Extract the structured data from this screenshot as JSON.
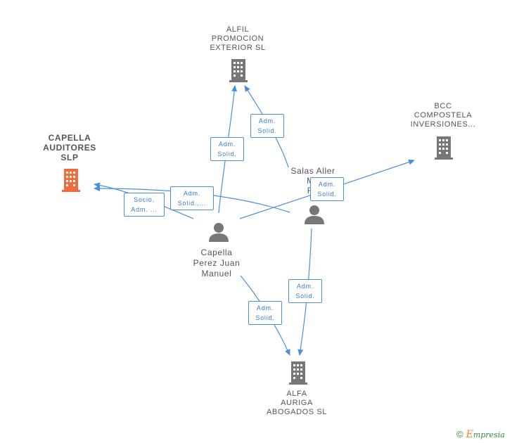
{
  "colors": {
    "edge": "#4a90d9",
    "node": "#777777",
    "focus_node": "#f26b3a",
    "text": "#555555"
  },
  "nodes": {
    "capella_auditores": {
      "lines": [
        "CAPELLA",
        "AUDITORES",
        "SLP"
      ],
      "icon": "building-icon"
    },
    "alfil": {
      "lines": [
        "ALFIL",
        "PROMOCION",
        "EXTERIOR SL"
      ],
      "icon": "building-icon"
    },
    "bcc": {
      "lines": [
        "BCC",
        "COMPOSTELA",
        "INVERSIONES..."
      ],
      "icon": "building-icon"
    },
    "salas": {
      "lines": [
        "Salas Aller",
        "Ma",
        "Ra"
      ],
      "icon": "person-icon"
    },
    "capella_perez": {
      "lines": [
        "Capella",
        "Perez Juan",
        "Manuel"
      ],
      "icon": "person-icon"
    },
    "alfa": {
      "lines": [
        "ALFA",
        "AURIGA",
        "ABOGADOS SL"
      ],
      "icon": "building-icon"
    }
  },
  "edges": {
    "e1": {
      "lines": [
        "Adm.",
        "Solid."
      ]
    },
    "e2": {
      "lines": [
        "Adm.",
        "Solid."
      ]
    },
    "e3": {
      "lines": [
        "Socio,",
        "Adm. ..."
      ]
    },
    "e4": {
      "lines": [
        "Adm.",
        "Solid.,..."
      ]
    },
    "e5": {
      "lines": [
        "Adm.",
        "Solid."
      ]
    },
    "e6": {
      "lines": [
        "Adm.",
        "Solid."
      ]
    },
    "e7": {
      "lines": [
        "Adm.",
        "Solid."
      ]
    }
  },
  "footer": {
    "copyright": "©",
    "brand_initial": "E",
    "brand_rest": "mpresia"
  }
}
